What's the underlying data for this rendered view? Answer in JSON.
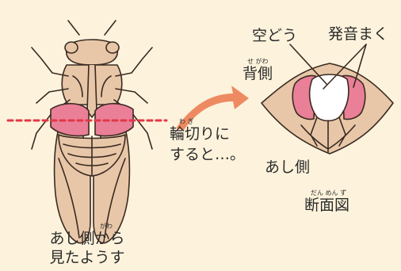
{
  "labels": {
    "hollow": "空どう",
    "sound_organ": "発音まく",
    "back_side": "背側",
    "back_side_ruby": "せ がわ",
    "cut_line1": "輪切りに",
    "cut_ruby": "わ ぎ",
    "cut_line2": "すると…。",
    "leg_side": "あし側",
    "cross_section": "断面図",
    "cross_section_ruby": "だん めん ず",
    "view_caption_line1": "あし側から",
    "view_caption_line2": "見たようす",
    "view_caption_ruby": "がわ"
  },
  "colors": {
    "background": "#fdf3dc",
    "body_fill": "#e8c7a8",
    "outline": "#3a2a22",
    "membrane_pink": "#ea7f98",
    "cut_line_red": "#e23848",
    "arrow_orange": "#ee8a62",
    "hollow_white": "#ffffff"
  }
}
